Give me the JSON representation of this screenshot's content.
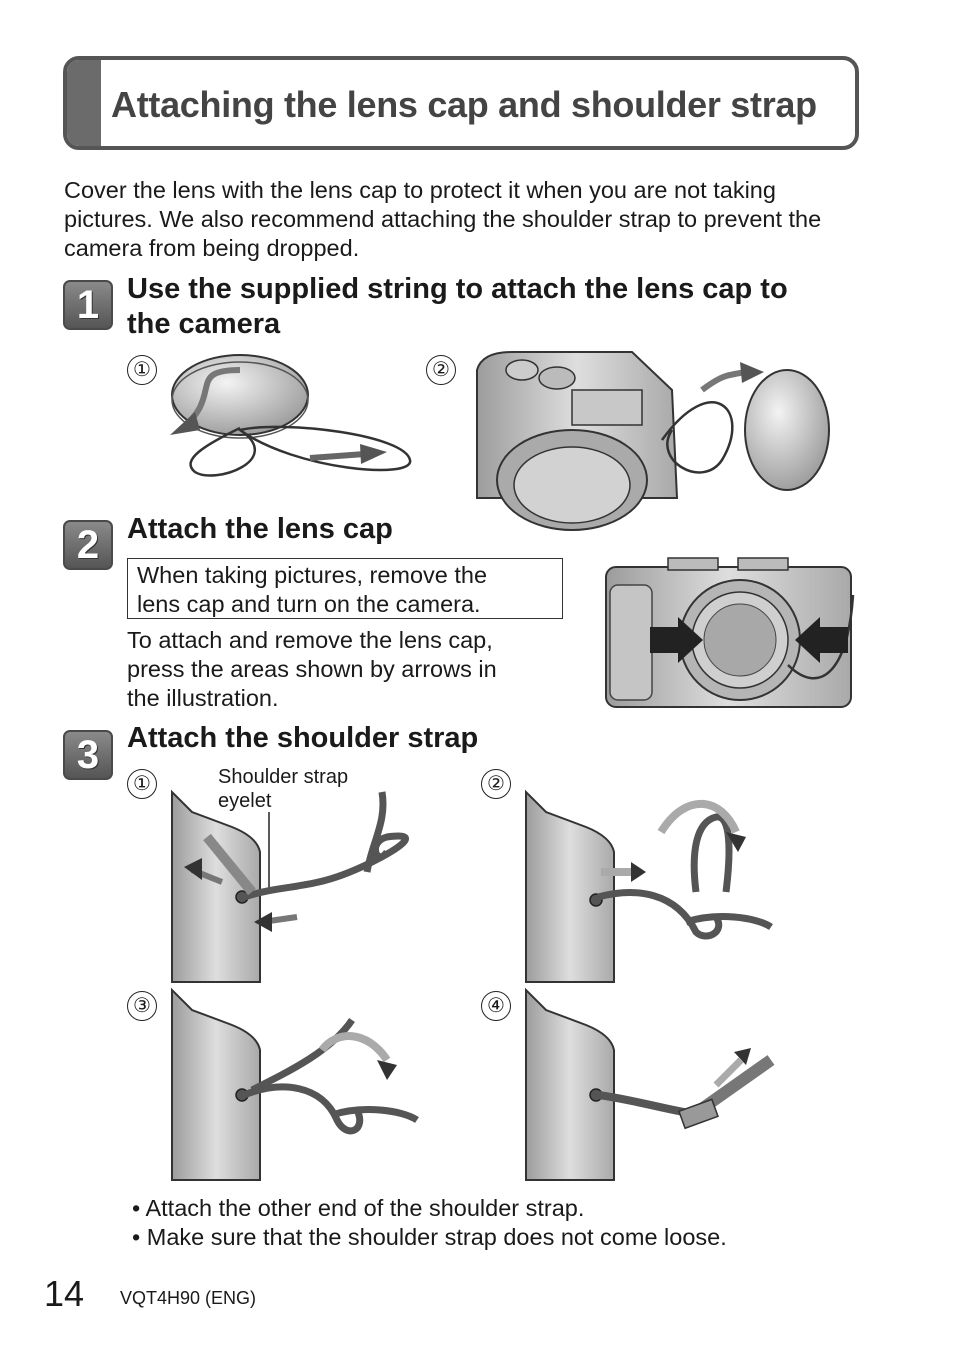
{
  "title": "Attaching the lens cap and shoulder strap",
  "intro": "Cover the lens with the lens cap to protect it when you are not taking pictures. We also recommend attaching the shoulder strap to prevent the camera from being dropped.",
  "steps": [
    {
      "number": "1",
      "heading_line1": "Use the supplied string to attach the lens cap to",
      "heading_line2": "the camera",
      "sub_numbers": [
        "①",
        "②"
      ]
    },
    {
      "number": "2",
      "heading": "Attach the lens cap",
      "note": [
        "When taking pictures, remove the",
        "lens cap and turn on the camera."
      ],
      "text": [
        "To attach and remove the lens cap,",
        "press the areas shown by arrows in",
        "the illustration."
      ]
    },
    {
      "number": "3",
      "heading": "Attach the shoulder strap",
      "sub_numbers": [
        "①",
        "②",
        "③",
        "④"
      ],
      "label": [
        "Shoulder strap",
        "eyelet"
      ]
    }
  ],
  "bullets": [
    "• Attach the other end of the shoulder strap.",
    "• Make sure that the shoulder strap does not come loose."
  ],
  "footer": {
    "page_number": "14",
    "doc_code": "VQT4H90 (ENG)"
  }
}
